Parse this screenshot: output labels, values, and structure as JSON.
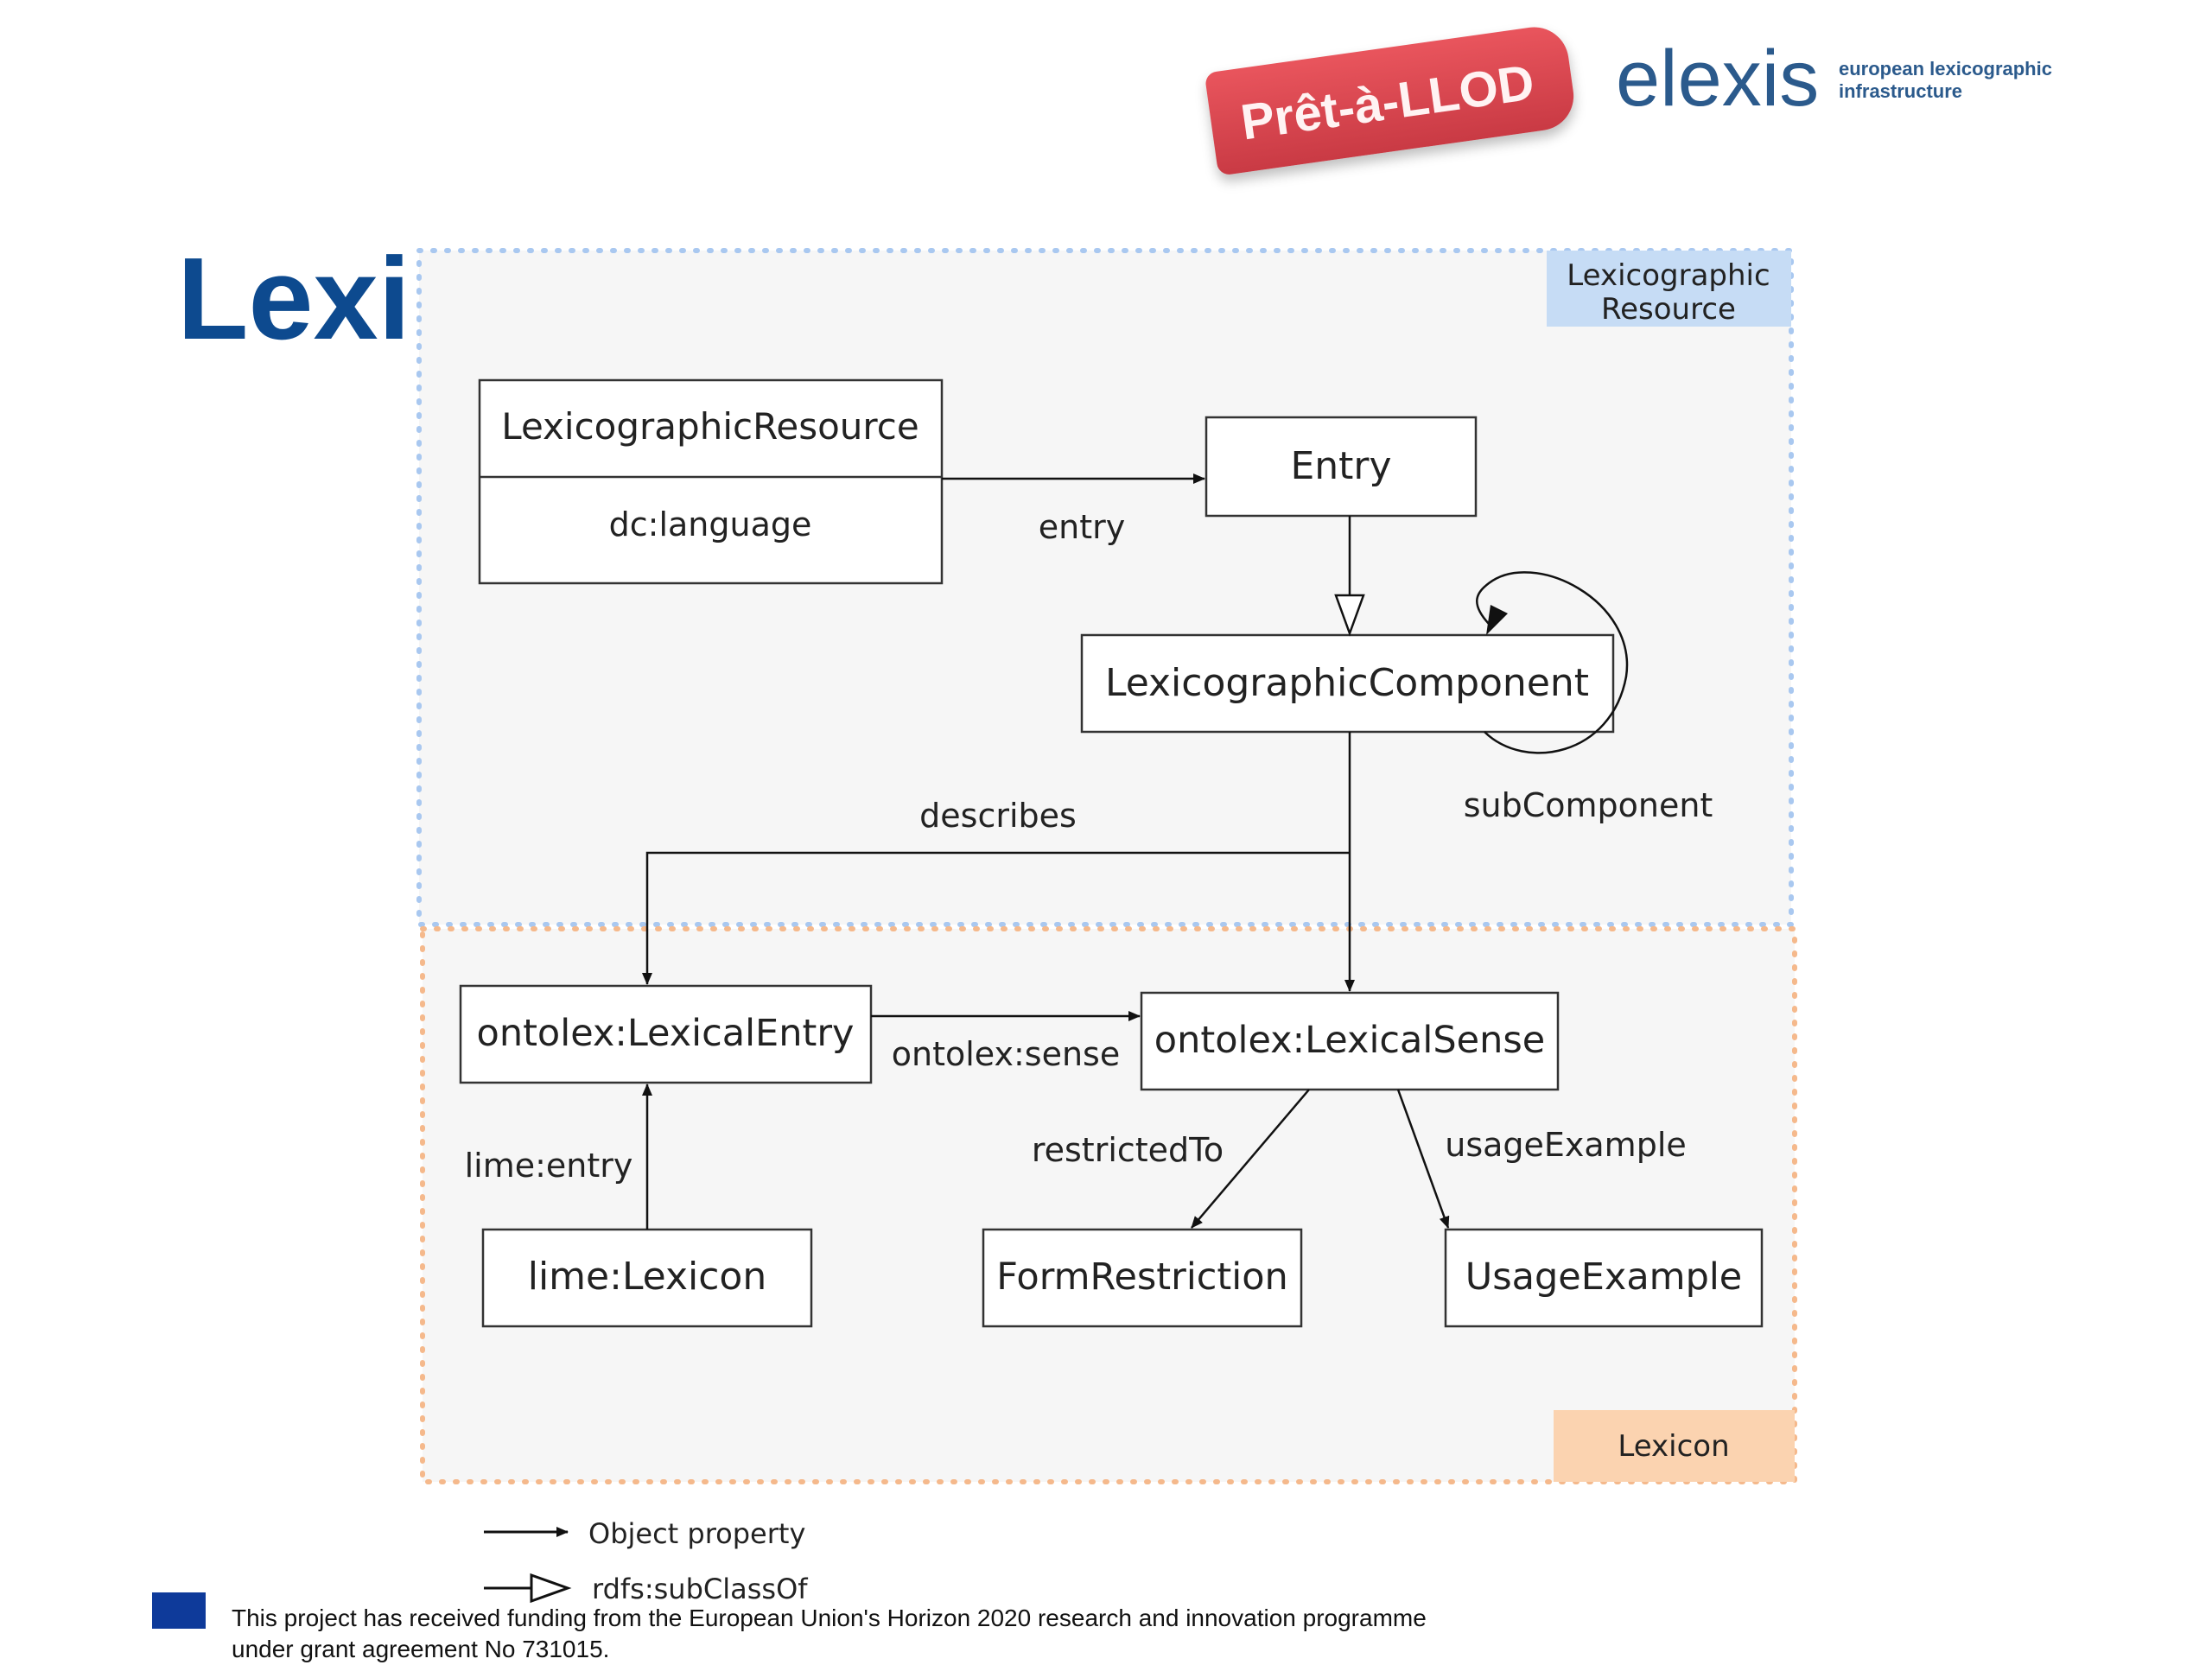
{
  "slide": {
    "title": "Lexi"
  },
  "logos": {
    "llod": "Prêt-à-LLOD",
    "elexis_word": "elexis",
    "elexis_tagline_line1": "european lexicographic",
    "elexis_tagline_line2": "infrastructure"
  },
  "diagram": {
    "regions": {
      "top_label_line1": "Lexicographic",
      "top_label_line2": "Resource",
      "bottom_label": "Lexicon"
    },
    "nodes": {
      "lexicographic_resource": "LexicographicResource",
      "lexicographic_resource_attr": "dc:language",
      "entry": "Entry",
      "lexicographic_component": "LexicographicComponent",
      "lexical_entry": "ontolex:LexicalEntry",
      "lexical_sense": "ontolex:LexicalSense",
      "lexicon": "lime:Lexicon",
      "form_restriction": "FormRestriction",
      "usage_example": "UsageExample"
    },
    "edges": {
      "entry": "entry",
      "sub_component": "subComponent",
      "describes": "describes",
      "ontolex_sense": "ontolex:sense",
      "lime_entry": "lime:entry",
      "restricted_to": "restrictedTo",
      "usage_example": "usageExample"
    },
    "legend": {
      "object_property": "Object property",
      "subclass_of": "rdfs:subClassOf"
    },
    "colors": {
      "top_region_label_bg": "#c6dcf5",
      "bottom_region_label_bg": "#fbd3b0",
      "region_bg": "#f6f6f6",
      "top_dots": "#a9c8f0",
      "bottom_dots": "#f5b98c"
    }
  },
  "footer": {
    "funding_text": "This project has received funding from the European Union's Horizon 2020 research and innovation programme under grant agreement No 731015."
  }
}
